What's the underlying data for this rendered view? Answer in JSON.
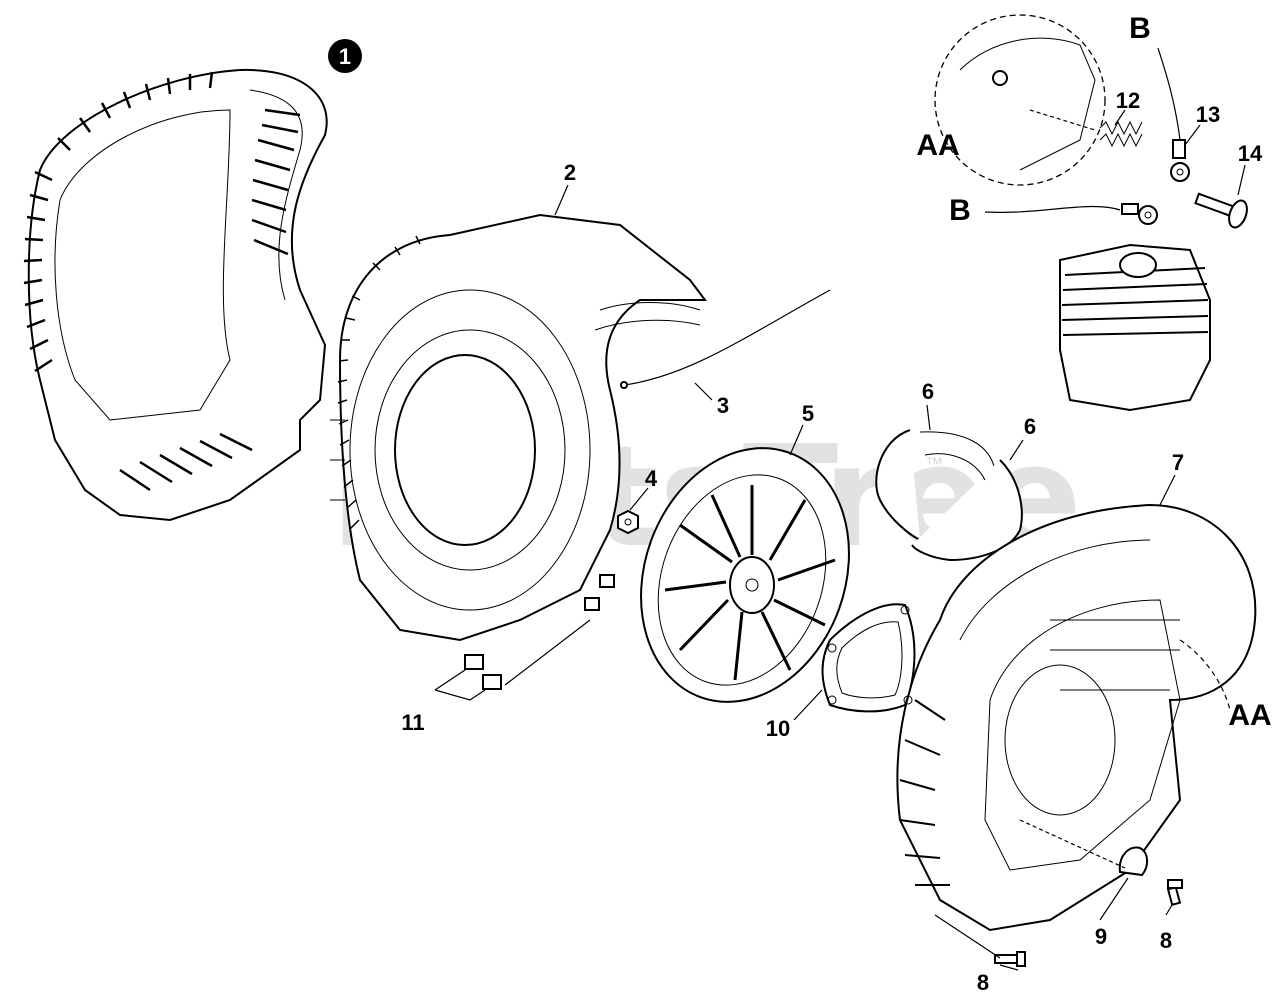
{
  "watermark": "PartsTree",
  "watermark_tm": "™",
  "callouts": {
    "c1": "1",
    "c2": "2",
    "c3": "3",
    "c4": "4",
    "c5": "5",
    "c6a": "6",
    "c6b": "6",
    "c7": "7",
    "c8a": "8",
    "c8b": "8",
    "c9": "9",
    "c10": "10",
    "c11": "11",
    "c12": "12",
    "c13": "13",
    "c14": "14"
  },
  "detail_refs": {
    "aa_top": "AA",
    "aa_right": "AA",
    "b_top": "B",
    "b_left": "B"
  }
}
